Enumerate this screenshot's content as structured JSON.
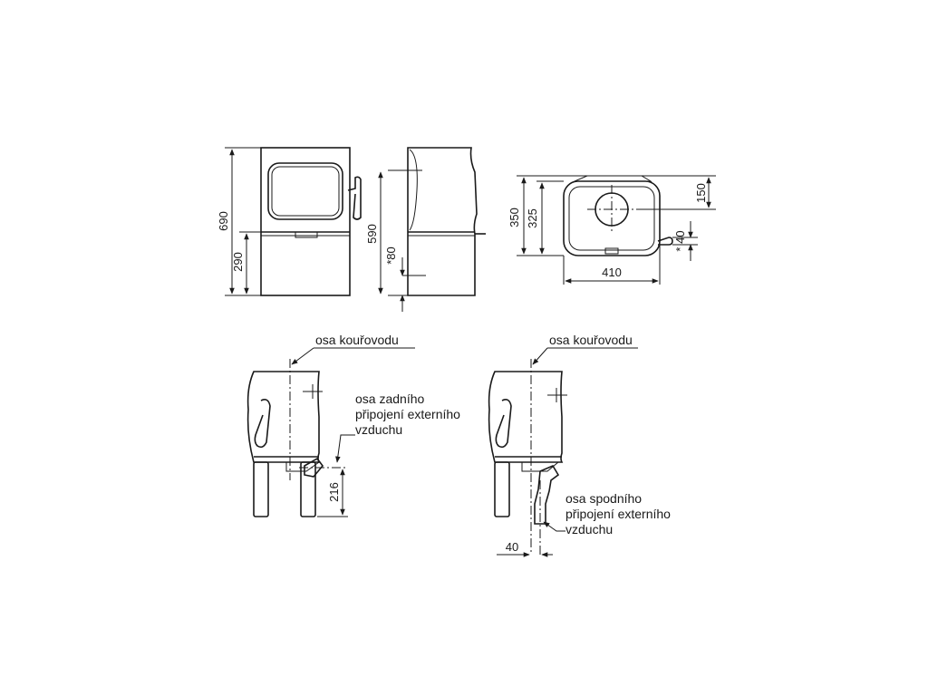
{
  "dimensions": {
    "front_height": "690",
    "front_lower_height": "290",
    "side_height": "590",
    "side_offset": "*80",
    "top_depth_total": "350",
    "top_depth_body": "325",
    "top_flue_offset": "150",
    "top_handle_offset": "* 40",
    "top_width": "410",
    "section_rear_height": "216",
    "section_bottom_offset": "40"
  },
  "labels": {
    "flue_axis_left": "osa kouřovodu",
    "flue_axis_right": "osa kouřovodu",
    "rear_air_line1": "osa zadního",
    "rear_air_line2": "připojení externího",
    "rear_air_line3": "vzduchu",
    "bottom_air_line1": "osa spodního",
    "bottom_air_line2": "připojení externího",
    "bottom_air_line3": "vzduchu"
  }
}
